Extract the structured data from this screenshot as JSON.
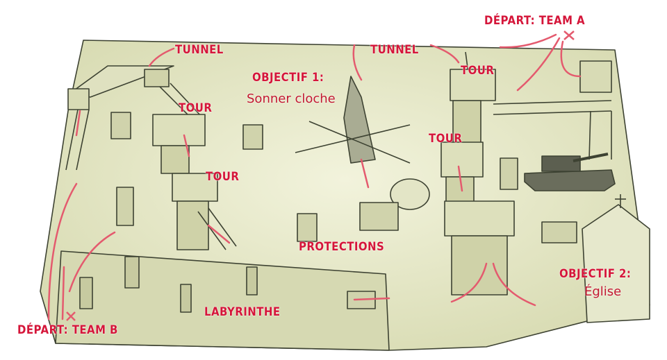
{
  "colors": {
    "label": "#d5163a",
    "subtext": "#c2172f",
    "ground": "#e6e8c6",
    "ink": "#3d4232",
    "arrow": "#e45a6e"
  },
  "labels": {
    "start_team_a": "DÉPART: TEAM A",
    "start_team_b": "DÉPART: TEAM B",
    "tunnel_left": "TUNNEL",
    "tunnel_right": "TUNNEL",
    "objective1_title": "OBJECTIF 1:",
    "objective1_text": "Sonner cloche",
    "objective2_title": "OBJECTIF 2:",
    "objective2_text": "Église",
    "tower_1": "TOUR",
    "tower_2": "TOUR",
    "tower_3": "TOUR",
    "tower_4": "TOUR",
    "protections": "PROTECTIONS",
    "labyrinth": "LABYRINTHE"
  }
}
